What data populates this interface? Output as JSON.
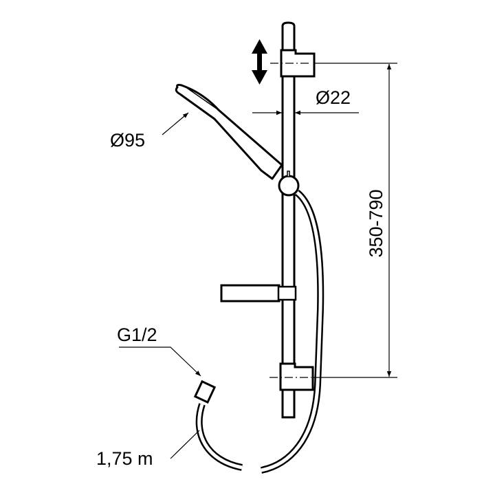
{
  "labels": {
    "hand_shower_diameter": "Ø95",
    "rail_diameter": "Ø22",
    "adjustment_range": "350-790",
    "connection_thread": "G1/2",
    "hose_length": "1,75 m"
  },
  "colors": {
    "line": "#000000",
    "background": "#ffffff"
  }
}
